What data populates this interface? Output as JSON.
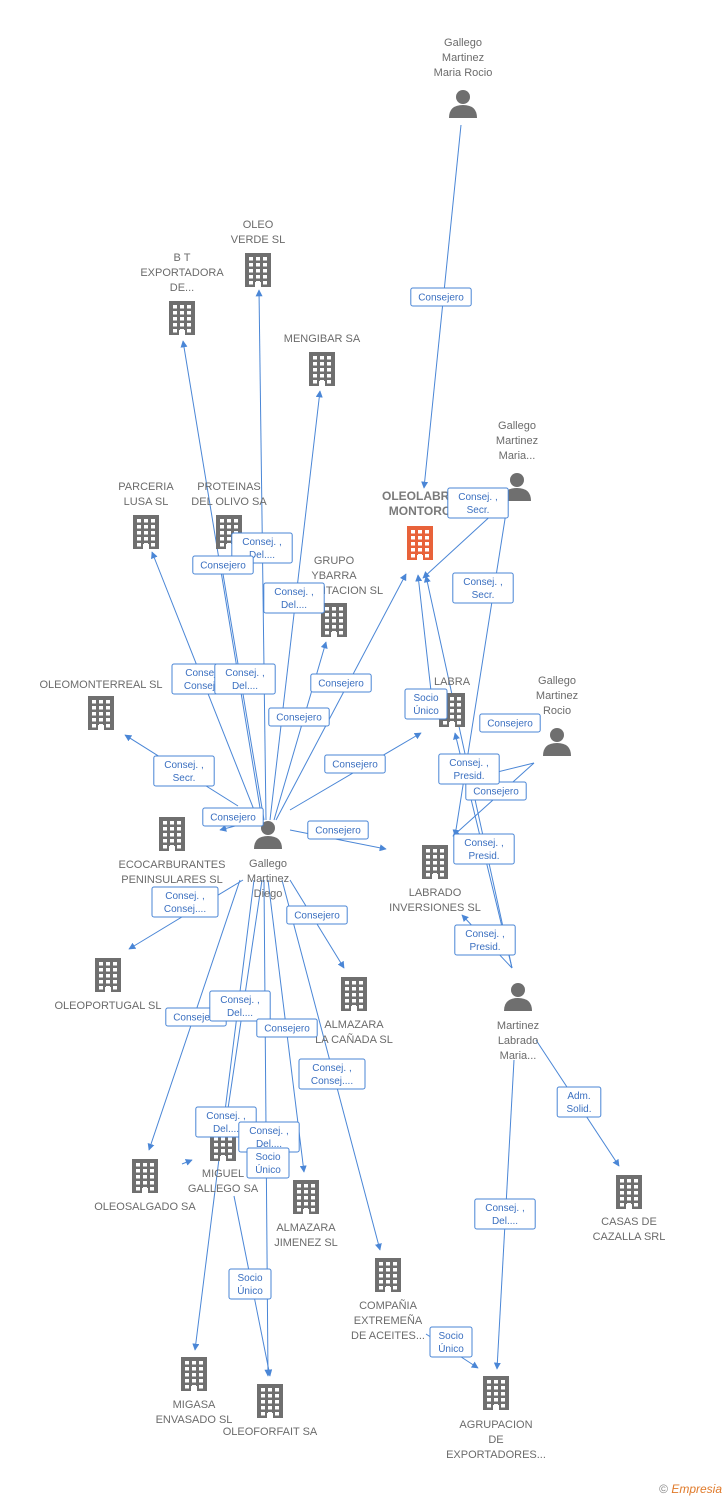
{
  "diagram": {
    "nodes": [
      {
        "id": "gallego_rocio_top",
        "kind": "person",
        "lines": [
          "Gallego",
          "Martinez",
          "Maria Rocio"
        ]
      },
      {
        "id": "oleo_verde",
        "kind": "company",
        "lines": [
          "OLEO",
          "VERDE SL"
        ]
      },
      {
        "id": "bt_export",
        "kind": "company",
        "lines": [
          "B T",
          "EXPORTADORA",
          "DE..."
        ]
      },
      {
        "id": "mengibar",
        "kind": "company",
        "lines": [
          "MENGIBAR SA"
        ]
      },
      {
        "id": "gallego_maria",
        "kind": "person",
        "lines": [
          "Gallego",
          "Martinez",
          "Maria..."
        ]
      },
      {
        "id": "parceria",
        "kind": "company",
        "lines": [
          "PARCERIA",
          "LUSA SL"
        ]
      },
      {
        "id": "proteinas",
        "kind": "company",
        "lines": [
          "PROTEINAS",
          "DEL OLIVO SA"
        ]
      },
      {
        "id": "oleolabra",
        "kind": "focus",
        "lines": [
          "OLEOLABRA",
          "MONTORO"
        ]
      },
      {
        "id": "grupo_ybarra",
        "kind": "company",
        "lines": [
          "GRUPO",
          "YBARRA",
          "ALIMENTACION SL"
        ]
      },
      {
        "id": "oleomonterreal",
        "kind": "company",
        "lines": [
          "OLEOMONTERREAL SL"
        ]
      },
      {
        "id": "labra",
        "kind": "company",
        "lines": [
          "LABRA"
        ]
      },
      {
        "id": "gallego_rocio_mid",
        "kind": "person",
        "lines": [
          "Gallego",
          "Martinez",
          "Rocio"
        ]
      },
      {
        "id": "ecocarburantes",
        "kind": "company",
        "lines": [
          "ECOCARBURANTES",
          "PENINSULARES SL"
        ]
      },
      {
        "id": "gallego_diego",
        "kind": "person",
        "lines": [
          "Gallego",
          "Martinez",
          "Diego"
        ]
      },
      {
        "id": "labrado_inv",
        "kind": "company",
        "lines": [
          "LABRADO",
          "INVERSIONES SL"
        ]
      },
      {
        "id": "oleoportugal",
        "kind": "company",
        "lines": [
          "OLEOPORTUGAL SL"
        ]
      },
      {
        "id": "almazara_canada",
        "kind": "company",
        "lines": [
          "ALMAZARA",
          "LA CAÑADA SL"
        ]
      },
      {
        "id": "martinez_labrado",
        "kind": "person",
        "lines": [
          "Martinez",
          "Labrado",
          "Maria..."
        ]
      },
      {
        "id": "oleosalgado",
        "kind": "company",
        "lines": [
          "OLEOSALGADO SA"
        ]
      },
      {
        "id": "miguel_gallego",
        "kind": "company",
        "lines": [
          "MIGUEL",
          "GALLEGO SA"
        ]
      },
      {
        "id": "almazara_jimenez",
        "kind": "company",
        "lines": [
          "ALMAZARA",
          "JIMENEZ SL"
        ]
      },
      {
        "id": "casas_cazalla",
        "kind": "company",
        "lines": [
          "CASAS DE",
          "CAZALLA SRL"
        ]
      },
      {
        "id": "compania_ext",
        "kind": "company",
        "lines": [
          "COMPAÑIA",
          "EXTREMEÑA",
          "DE ACEITES..."
        ]
      },
      {
        "id": "migasa",
        "kind": "company",
        "lines": [
          "MIGASA",
          "ENVASADO SL"
        ]
      },
      {
        "id": "oleoforfait",
        "kind": "company",
        "lines": [
          "OLEOFORFAIT SA"
        ]
      },
      {
        "id": "agrupacion",
        "kind": "company",
        "lines": [
          "AGRUPACION",
          "DE",
          "EXPORTADORES..."
        ]
      }
    ],
    "edges": [
      {
        "from": "gallego_rocio_top",
        "to": "oleolabra",
        "lines": [
          "Consejero"
        ]
      },
      {
        "from": "gallego_maria",
        "to": "oleolabra",
        "lines": [
          "Consej. ,",
          "Secr."
        ]
      },
      {
        "from": "gallego_maria",
        "to": "labrado_inv",
        "lines": [
          "Consej. ,",
          "Secr."
        ]
      },
      {
        "from": "gallego_diego",
        "to": "bt_export",
        "lines": [
          "Consej. ,",
          "Del...."
        ]
      },
      {
        "from": "gallego_diego",
        "to": "oleo_verde",
        "lines": [
          "Consejero"
        ]
      },
      {
        "from": "gallego_diego",
        "to": "mengibar",
        "lines": [
          "Consej. ,",
          "Del...."
        ]
      },
      {
        "from": "gallego_diego",
        "to": "parceria",
        "lines": [
          "Consej. ,",
          "Consej...."
        ]
      },
      {
        "from": "gallego_diego",
        "to": "proteinas",
        "lines": [
          "Consej. ,",
          "Del...."
        ]
      },
      {
        "from": "gallego_diego",
        "to": "oleolabra",
        "lines": [
          "Consejero"
        ]
      },
      {
        "from": "gallego_diego",
        "to": "grupo_ybarra",
        "lines": [
          "Consejero"
        ]
      },
      {
        "from": "gallego_diego",
        "to": "oleomonterreal",
        "lines": [
          "Consej. ,",
          "Secr."
        ]
      },
      {
        "from": "gallego_diego",
        "to": "labra",
        "lines": [
          "Consejero"
        ]
      },
      {
        "from": "gallego_diego",
        "to": "ecocarburantes",
        "lines": [
          "Consejero"
        ]
      },
      {
        "from": "gallego_diego",
        "to": "labrado_inv",
        "lines": [
          "Consejero"
        ]
      },
      {
        "from": "gallego_diego",
        "to": "oleoportugal",
        "lines": [
          "Consej. ,",
          "Consej...."
        ]
      },
      {
        "from": "gallego_diego",
        "to": "almazara_canada",
        "lines": [
          "Consejero"
        ]
      },
      {
        "from": "gallego_diego",
        "to": "oleosalgado",
        "lines": [
          "Consejero"
        ]
      },
      {
        "from": "gallego_diego",
        "to": "miguel_gallego",
        "lines": [
          "Consej. ,",
          "Del...."
        ]
      },
      {
        "from": "gallego_diego",
        "to": "almazara_jimenez",
        "lines": [
          "Consejero"
        ]
      },
      {
        "from": "gallego_diego",
        "to": "compania_ext",
        "lines": [
          "Consej. ,",
          "Consej...."
        ]
      },
      {
        "from": "gallego_diego",
        "to": "migasa",
        "lines": [
          "Consej. ,",
          "Del...."
        ]
      },
      {
        "from": "gallego_diego",
        "to": "oleoforfait",
        "lines": [
          "Consej. ,",
          "Del...."
        ]
      },
      {
        "from": "gallego_rocio_mid",
        "to": "labra",
        "lines": [
          "Consejero"
        ]
      },
      {
        "from": "gallego_rocio_mid",
        "to": "labrado_inv",
        "lines": [
          "Consejero"
        ]
      },
      {
        "from": "labra",
        "to": "oleolabra",
        "lines": [
          "Socio",
          "Único"
        ]
      },
      {
        "from": "martinez_labrado",
        "to": "oleolabra",
        "lines": [
          "Consej. ,",
          "Presid."
        ]
      },
      {
        "from": "martinez_labrado",
        "to": "labra",
        "lines": [
          "Consej. ,",
          "Presid."
        ]
      },
      {
        "from": "martinez_labrado",
        "to": "labrado_inv",
        "lines": [
          "Consej. ,",
          "Presid."
        ]
      },
      {
        "from": "martinez_labrado",
        "to": "casas_cazalla",
        "lines": [
          "Adm.",
          "Solid."
        ]
      },
      {
        "from": "martinez_labrado",
        "to": "agrupacion",
        "lines": [
          "Consej. ,",
          "Del...."
        ]
      },
      {
        "from": "miguel_gallego",
        "to": "oleoforfait",
        "lines": [
          "Socio",
          "Único"
        ]
      },
      {
        "from": "oleosalgado",
        "to": "miguel_gallego",
        "lines": [
          "Socio",
          "Único"
        ]
      },
      {
        "from": "compania_ext",
        "to": "agrupacion",
        "lines": [
          "Socio",
          "Único"
        ]
      }
    ]
  },
  "credit": {
    "symbol": "©",
    "brand": "Empresia"
  }
}
